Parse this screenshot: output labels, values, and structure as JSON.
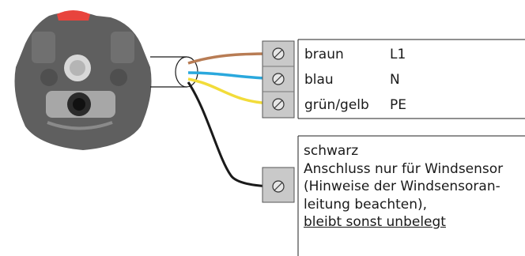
{
  "wire_table": {
    "rows": [
      {
        "color": "braun",
        "terminal": "L1",
        "wire_hex": "#b87c54"
      },
      {
        "color": "blau",
        "terminal": "N",
        "wire_hex": "#2aa8dd"
      },
      {
        "color": "grün/gelb",
        "terminal": "PE",
        "wire_hex": "#f2dc3a"
      }
    ]
  },
  "note": {
    "line1": "schwarz",
    "line2": "Anschluss nur für Windsensor",
    "line3": "(Hinweise der Windsensoran-",
    "line4": "leitung beachten),",
    "line5": "bleibt sonst unbelegt"
  },
  "colors": {
    "motor_body": "#5f5f5f",
    "motor_accent": "#e8443d",
    "terminal_block": "#c9c9c9",
    "black_wire": "#1a1a1a"
  },
  "icons": [
    "motor-head-icon",
    "terminal-screw-icon"
  ]
}
